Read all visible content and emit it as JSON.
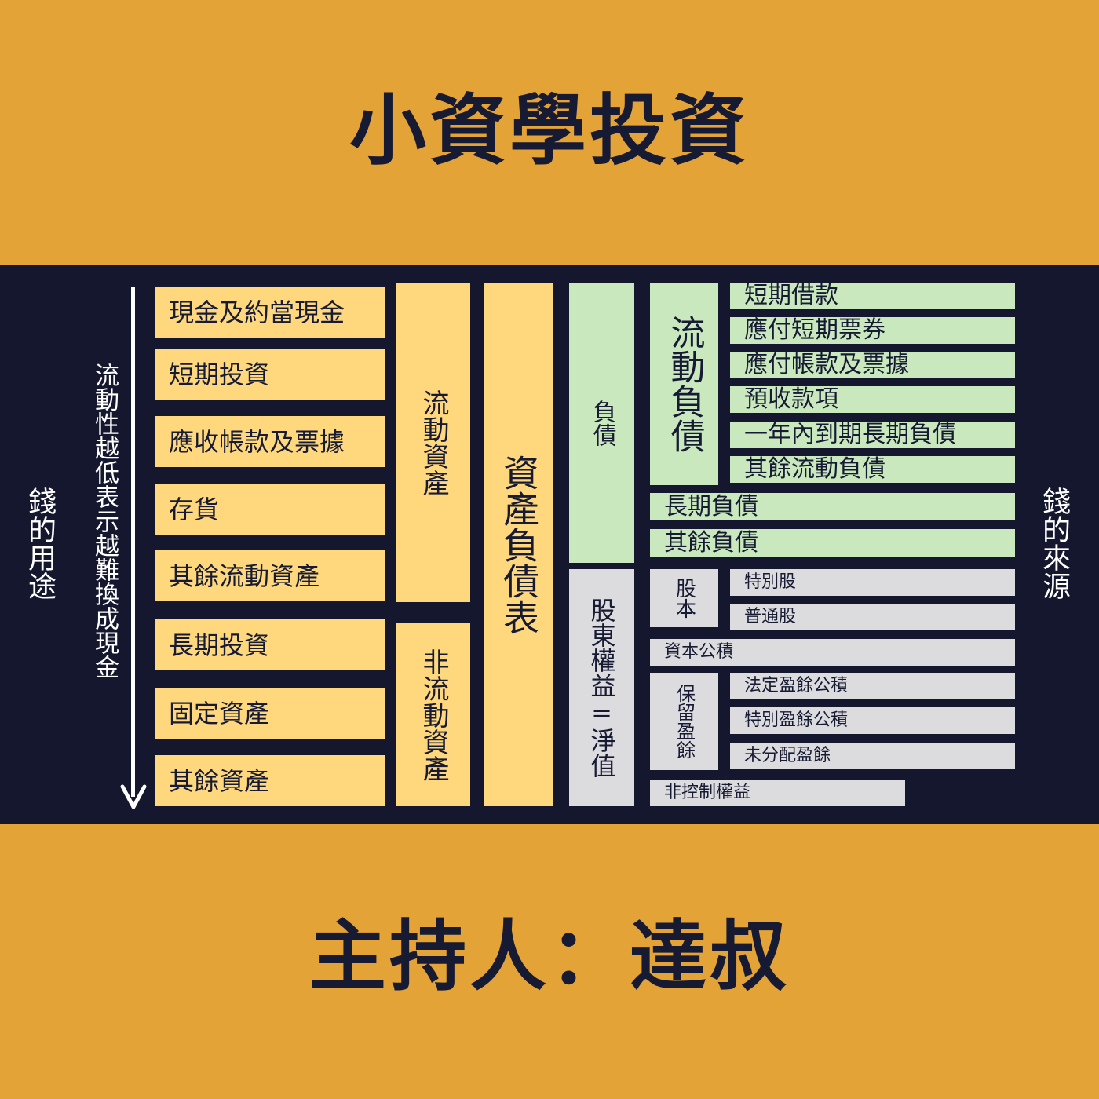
{
  "title": "小資學投資",
  "footer": "主持人：達叔",
  "left": {
    "side_label": "錢的用途",
    "arrow_label": "流動性越低表示越難換成現金",
    "items": [
      "現金及約當現金",
      "短期投資",
      "應收帳款及票據",
      "存貨",
      "其餘流動資產",
      "長期投資",
      "固定資產",
      "其餘資產"
    ],
    "current_assets": "流動資產",
    "noncurrent_assets": "非流動資產",
    "balance_sheet": "資產負債表"
  },
  "right": {
    "side_label": "錢的來源",
    "liabilities": "負債",
    "current_liabilities": "流動負債",
    "current_liability_items": [
      "短期借款",
      "應付短期票券",
      "應付帳款及票據",
      "預收款項",
      "一年內到期長期負債",
      "其餘流動負債"
    ],
    "long_term_liabilities": "長期負債",
    "other_liabilities": "其餘負債",
    "equity": "股東權益=淨值",
    "capital_stock": "股本",
    "capital_stock_items": [
      "特別股",
      "普通股"
    ],
    "capital_surplus": "資本公積",
    "retained_earnings": "保留盈餘",
    "retained_earnings_items": [
      "法定盈餘公積",
      "特別盈餘公積",
      "未分配盈餘"
    ],
    "noncontrolling": "非控制權益"
  },
  "colors": {
    "background": "#E3A336",
    "band": "#14172D",
    "assets": "#FFD87E",
    "liabilities": "#C9E8BD",
    "equity": "#DCDCDE",
    "text": "#161A33"
  }
}
